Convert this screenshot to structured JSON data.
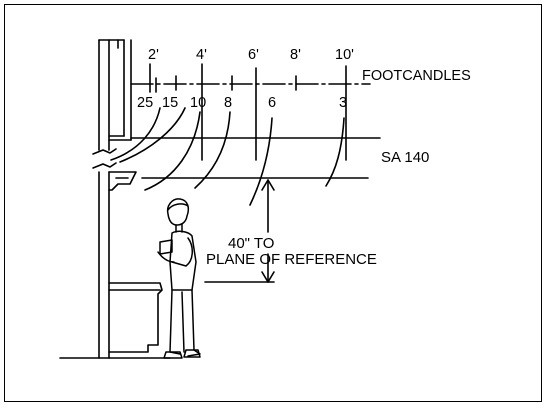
{
  "distance_marks": [
    "2'",
    "4'",
    "6'",
    "8'",
    "10'"
  ],
  "footcandle_values": [
    "25",
    "15",
    "10",
    "8",
    "6",
    "3"
  ],
  "labels": {
    "footcandles": "FOOTCANDLES",
    "fixture": "SA 140",
    "height_line1": "40\" TO",
    "height_line2": "PLANE OF REFERENCE"
  },
  "colors": {
    "ink": "#000000",
    "background": "#ffffff"
  }
}
